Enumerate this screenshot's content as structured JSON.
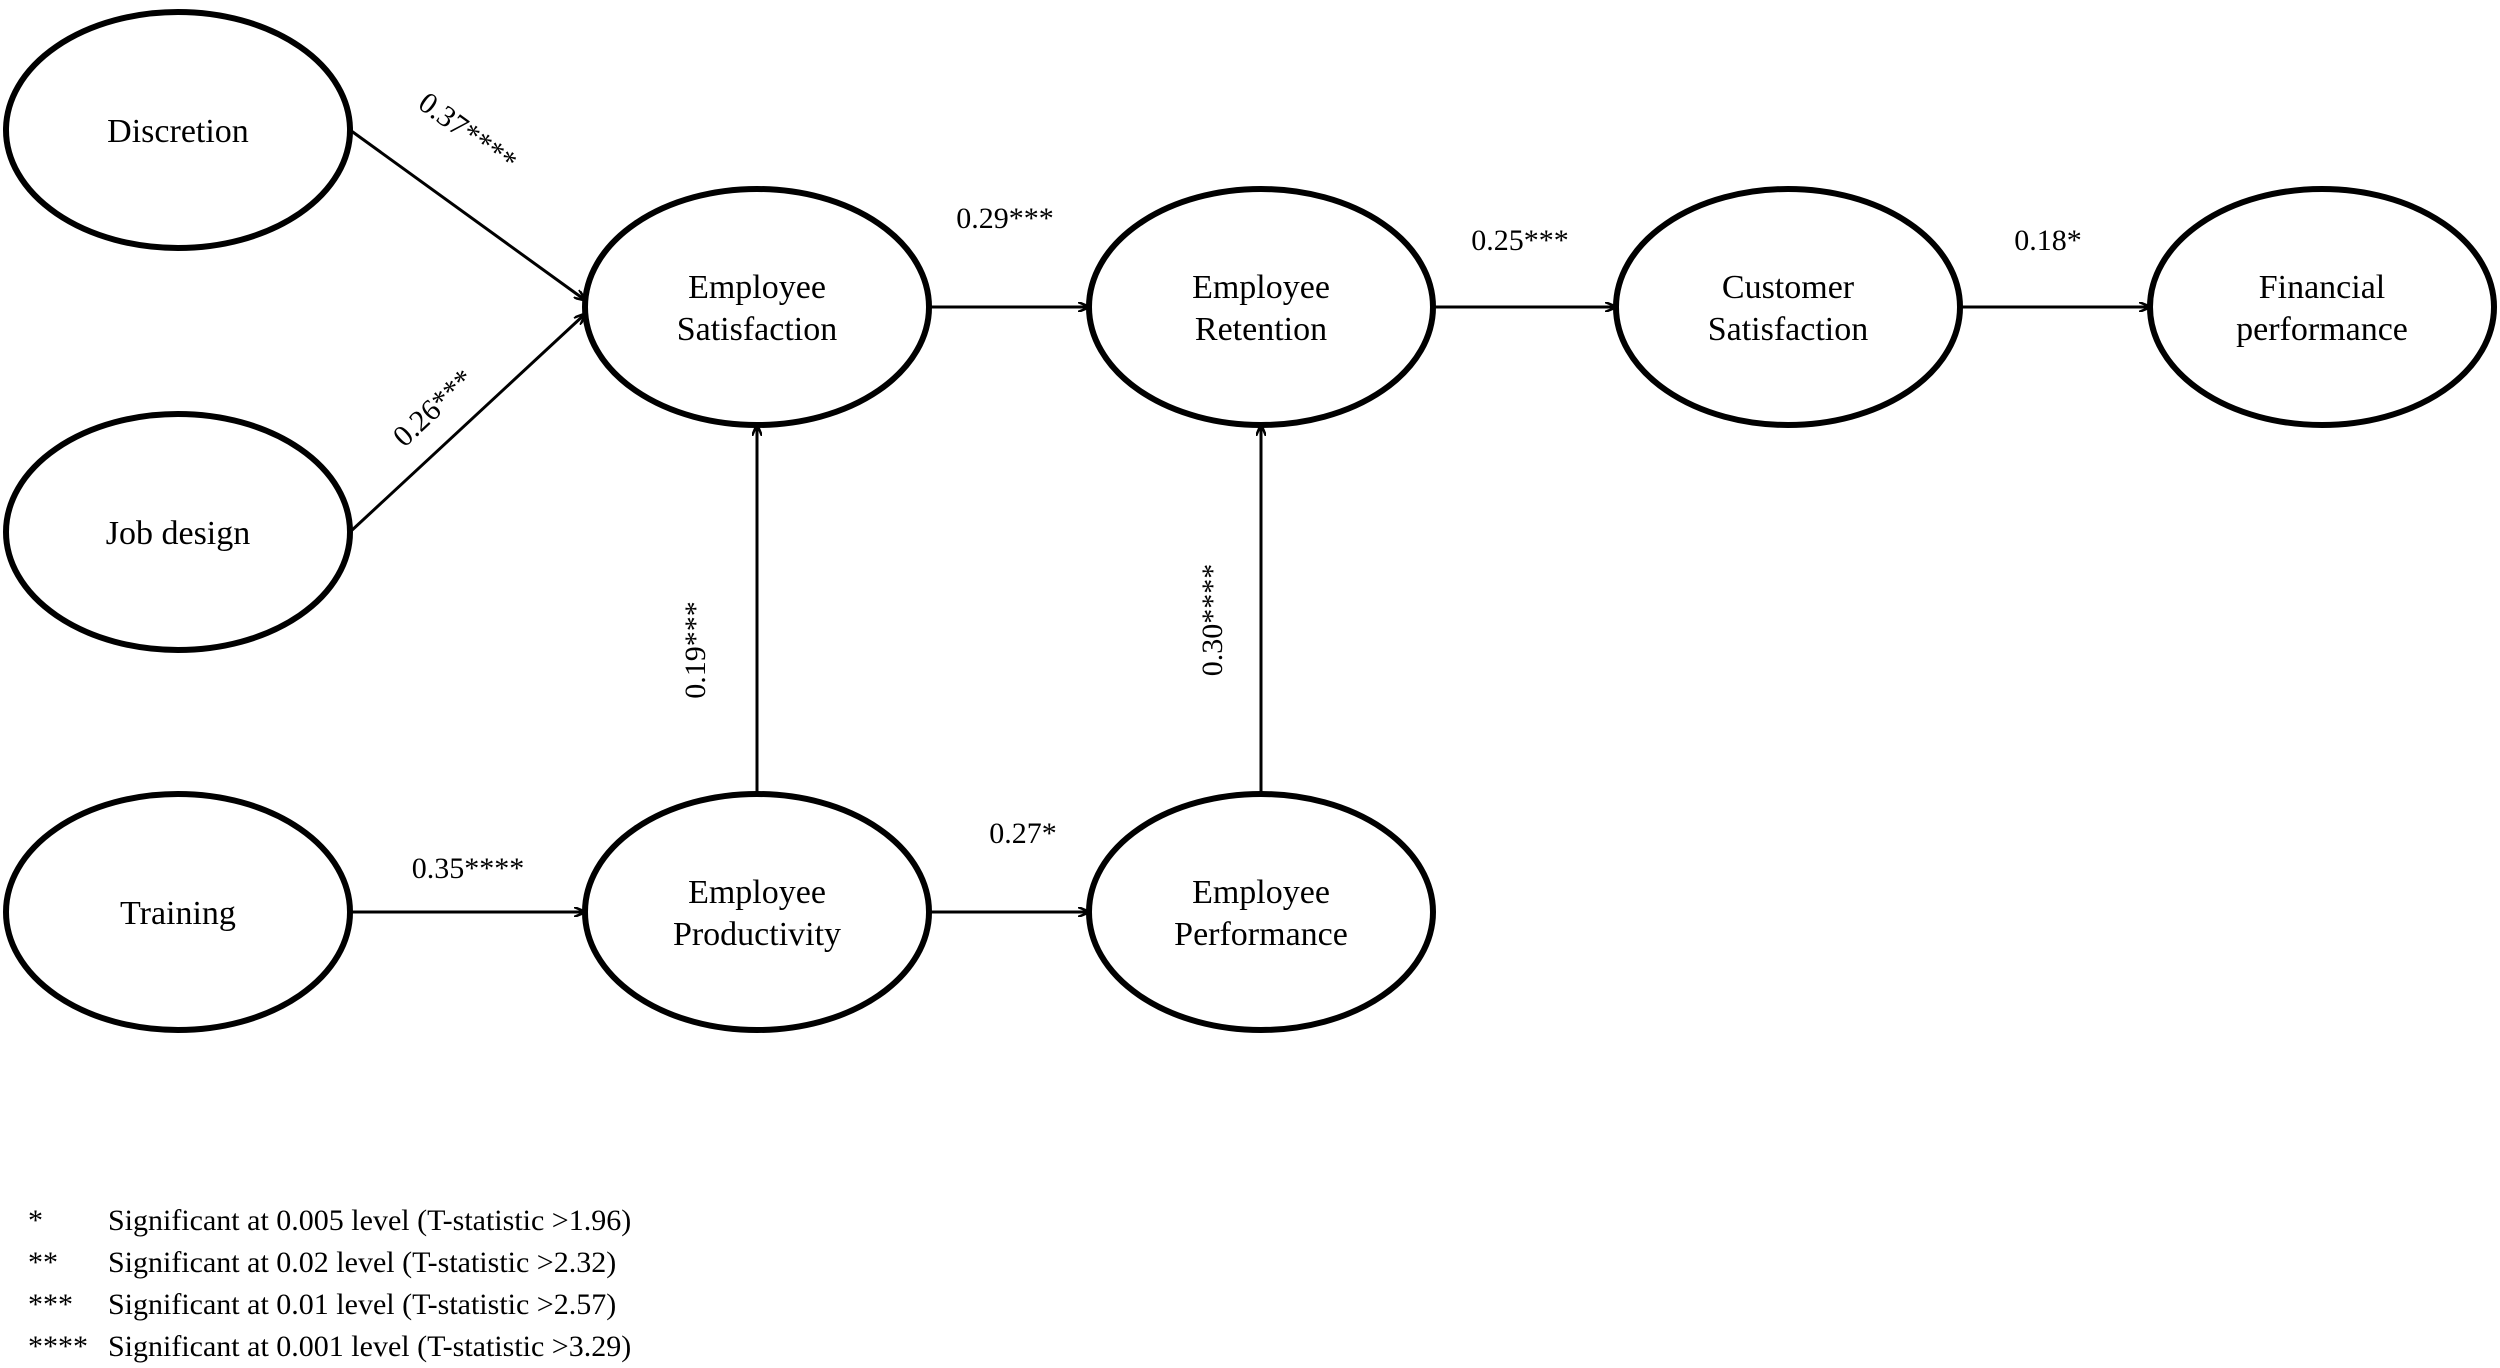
{
  "nodes": [
    {
      "id": "discretion",
      "lines": [
        "Discretion"
      ]
    },
    {
      "id": "job-design",
      "lines": [
        "Job design"
      ]
    },
    {
      "id": "training",
      "lines": [
        "Training"
      ]
    },
    {
      "id": "employee-satisfaction",
      "lines": [
        "Employee",
        "Satisfaction"
      ]
    },
    {
      "id": "employee-productivity",
      "lines": [
        "Employee",
        "Productivity"
      ]
    },
    {
      "id": "employee-retention",
      "lines": [
        "Employee",
        "Retention"
      ]
    },
    {
      "id": "employee-performance",
      "lines": [
        "Employee",
        "Performance"
      ]
    },
    {
      "id": "customer-satisfaction",
      "lines": [
        "Customer",
        "Satisfaction"
      ]
    },
    {
      "id": "financial-performance",
      "lines": [
        "Financial",
        "performance"
      ]
    }
  ],
  "edges": [
    {
      "from": "discretion",
      "to": "employee-satisfaction",
      "label": "0.37****"
    },
    {
      "from": "job-design",
      "to": "employee-satisfaction",
      "label": "0.26***"
    },
    {
      "from": "training",
      "to": "employee-productivity",
      "label": "0.35****"
    },
    {
      "from": "employee-productivity",
      "to": "employee-satisfaction",
      "label": "0.19***"
    },
    {
      "from": "employee-satisfaction",
      "to": "employee-retention",
      "label": "0.29***"
    },
    {
      "from": "employee-productivity",
      "to": "employee-performance",
      "label": "0.27*"
    },
    {
      "from": "employee-performance",
      "to": "employee-retention",
      "label": "0.30****"
    },
    {
      "from": "employee-retention",
      "to": "customer-satisfaction",
      "label": "0.25***"
    },
    {
      "from": "customer-satisfaction",
      "to": "financial-performance",
      "label": "0.18*"
    }
  ],
  "legend": [
    {
      "symbol": "*",
      "text": "Significant at 0.005 level (T-statistic >1.96)"
    },
    {
      "symbol": "**",
      "text": "Significant at 0.02 level (T-statistic >2.32)"
    },
    {
      "symbol": "***",
      "text": "Significant at 0.01 level (T-statistic >2.57)"
    },
    {
      "symbol": "****",
      "text": "Significant at 0.001 level (T-statistic >3.29)"
    }
  ]
}
